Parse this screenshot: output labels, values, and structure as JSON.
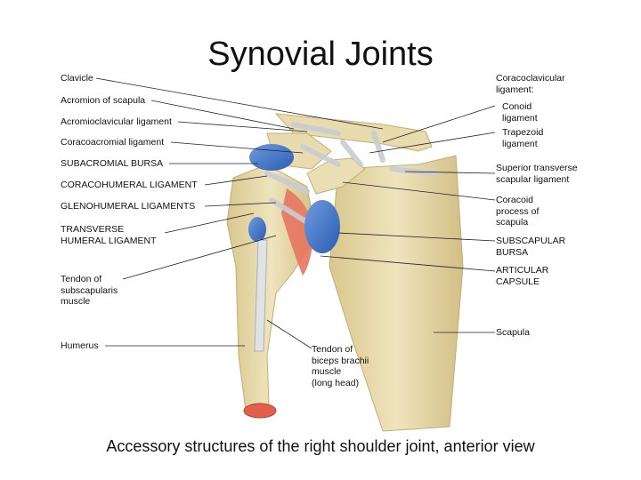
{
  "title": "Synovial Joints",
  "caption": "Accessory structures of the right shoulder joint, anterior view",
  "labels_left": [
    {
      "id": "clavicle",
      "text": "Clavicle"
    },
    {
      "id": "acromion",
      "text": "Acromion of scapula"
    },
    {
      "id": "acromioclavicular",
      "text": "Acromioclavicular ligament"
    },
    {
      "id": "coracoacromial",
      "text": "Coracoacromial ligament"
    },
    {
      "id": "subacromial",
      "text": "SUBACROMIAL BURSA"
    },
    {
      "id": "coracohumeral",
      "text": "CORACOHUMERAL LIGAMENT"
    },
    {
      "id": "glenohumeral",
      "text": "GLENOHUMERAL LIGAMENTS"
    },
    {
      "id": "transverse",
      "text": "TRANSVERSE\nHUMERAL LIGAMENT"
    },
    {
      "id": "subscapularis",
      "text": "Tendon of\nsubscapularis\nmuscle"
    },
    {
      "id": "humerus",
      "text": "Humerus"
    }
  ],
  "labels_right": [
    {
      "id": "coracoclavicular",
      "text": "Coracoclavicular\nligament:"
    },
    {
      "id": "conoid",
      "text": "Conoid\nligament"
    },
    {
      "id": "trapezoid",
      "text": "Trapezoid\nligament"
    },
    {
      "id": "sup_transverse",
      "text": "Superior transverse\nscapular ligament"
    },
    {
      "id": "coracoid",
      "text": "Coracoid\nprocess of\nscapula"
    },
    {
      "id": "subscapular_bursa",
      "text": "SUBSCAPULAR\nBURSA"
    },
    {
      "id": "articular",
      "text": "ARTICULAR\nCAPSULE"
    },
    {
      "id": "scapula",
      "text": "Scapula"
    }
  ],
  "label_bottom": {
    "id": "biceps",
    "text": "Tendon of\nbiceps brachii\nmuscle\n(long head)"
  },
  "colors": {
    "bone": "#e9ddb0",
    "bone_shade": "#d4c28a",
    "bursa": "#3d73c9",
    "ligament": "#d8dce0",
    "cartilage": "#e0604a"
  }
}
